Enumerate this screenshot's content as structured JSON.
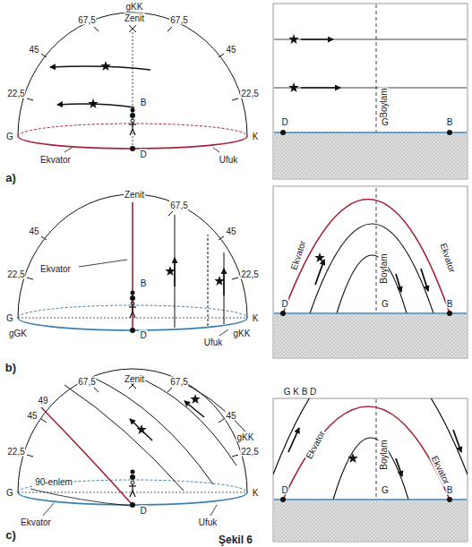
{
  "diagram": {
    "caption": "Şekil 6",
    "labels": [
      "gKK",
      "Zenit",
      "67,5",
      "67,5",
      "45",
      "45",
      "22,5",
      "22,5",
      "B",
      "G",
      "K",
      "D",
      "Ekvator",
      "Ufuk",
      "a)",
      "Boylam",
      "D",
      "G",
      "B",
      "Zenit",
      "67,5",
      "45",
      "45",
      "22,5",
      "22,5",
      "Ekvator",
      "B",
      "G",
      "K",
      "gGK",
      "gKK",
      "D",
      "Ufuk",
      "b)",
      "Ekvator",
      "Boylam",
      "Ekvator",
      "D",
      "G",
      "B",
      "G K B D",
      "Zenit",
      "67,5",
      "67,5",
      "49",
      "45",
      "45",
      "gKK",
      "22,5",
      "22,5",
      "G",
      "K",
      "90-enlem",
      "Ekvator",
      "Ufuk",
      "D",
      "c)",
      "Ekvator",
      "Boylam",
      "Ekvator",
      "D",
      "G",
      "B"
    ]
  }
}
